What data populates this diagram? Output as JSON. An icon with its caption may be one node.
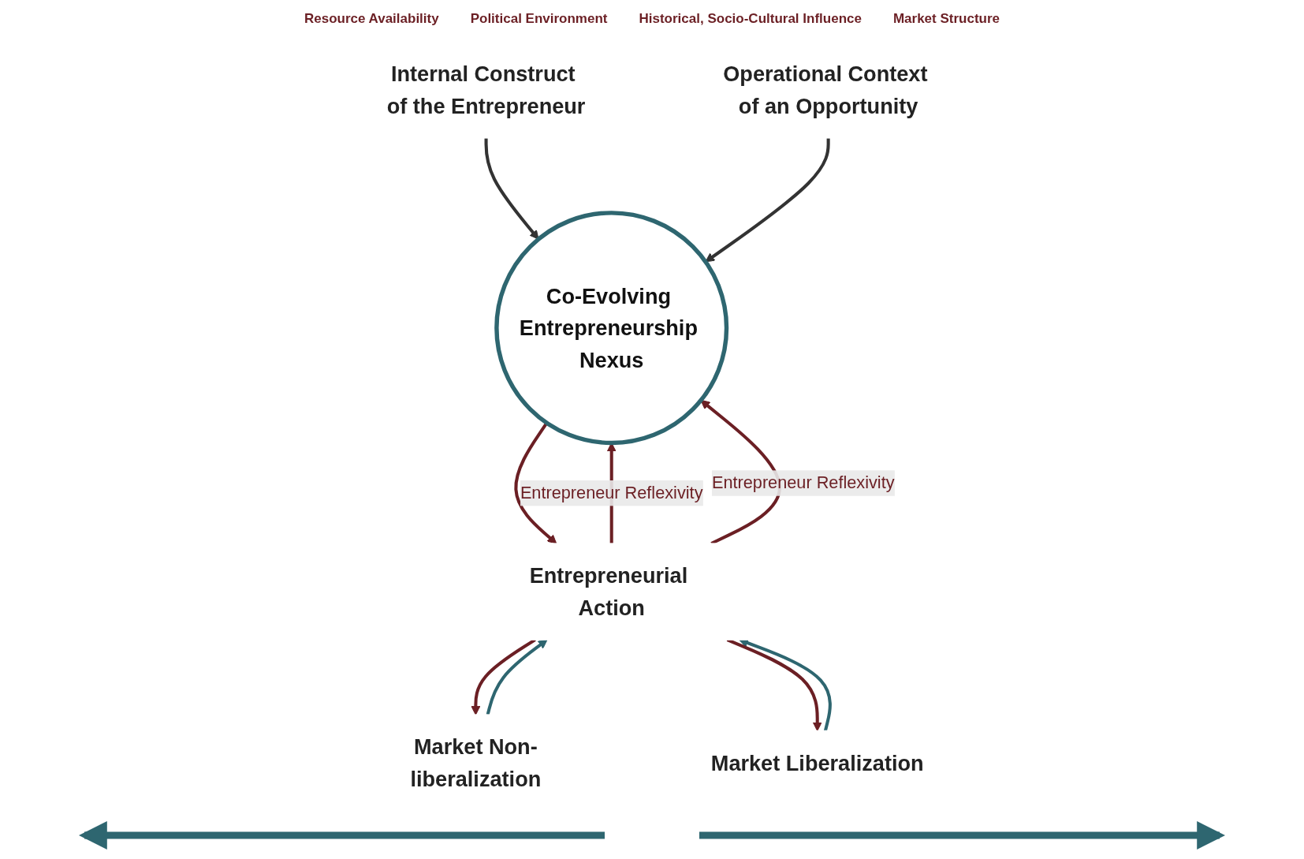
{
  "diagram": {
    "nodes": [
      {
        "text": [
          "Internal Construct of the Entrepreneur"
        ]
      },
      {
        "text": [
          "Operational Context of an Opportunity"
        ]
      },
      {
        "text": [
          "Co-Evolving Entrepreneurship Nexus"
        ]
      },
      {
        "text": [
          "Entrepreneurial Action"
        ]
      },
      {
        "text": [
          "Market Non-liberalization"
        ]
      },
      {
        "text": [
          "Market Liberalization"
        ]
      }
    ],
    "edges": [
      {
        "from": 0,
        "to": 2,
        "arrow": "to",
        "color": "#333333"
      },
      {
        "from": 1,
        "to": 2,
        "arrow": "to",
        "color": "#333333"
      },
      {
        "from": 2,
        "to": 3,
        "arrow": "to"
      },
      {
        "from": 3,
        "to": 2,
        "arrow": "to",
        "label": "Entrepreneur Reflexivity"
      },
      {
        "from": 3,
        "to": 2,
        "arrow": "to",
        "label": "Entrepreneur Reflexivity"
      },
      {
        "from": 4,
        "to": 3,
        "arrow": "to",
        "color": "#2e6670"
      },
      {
        "from": 3,
        "to": 4,
        "arrow": "to"
      },
      {
        "from": 5,
        "to": 3,
        "arrow": "to",
        "color": "#2e6670"
      },
      {
        "from": 3,
        "to": 5,
        "arrow": "to"
      }
    ],
    "labels": [
      "Resource Availability",
      "Political Environment",
      "Historical, Socio-Cultural Influence",
      "Market Structure"
    ]
  }
}
